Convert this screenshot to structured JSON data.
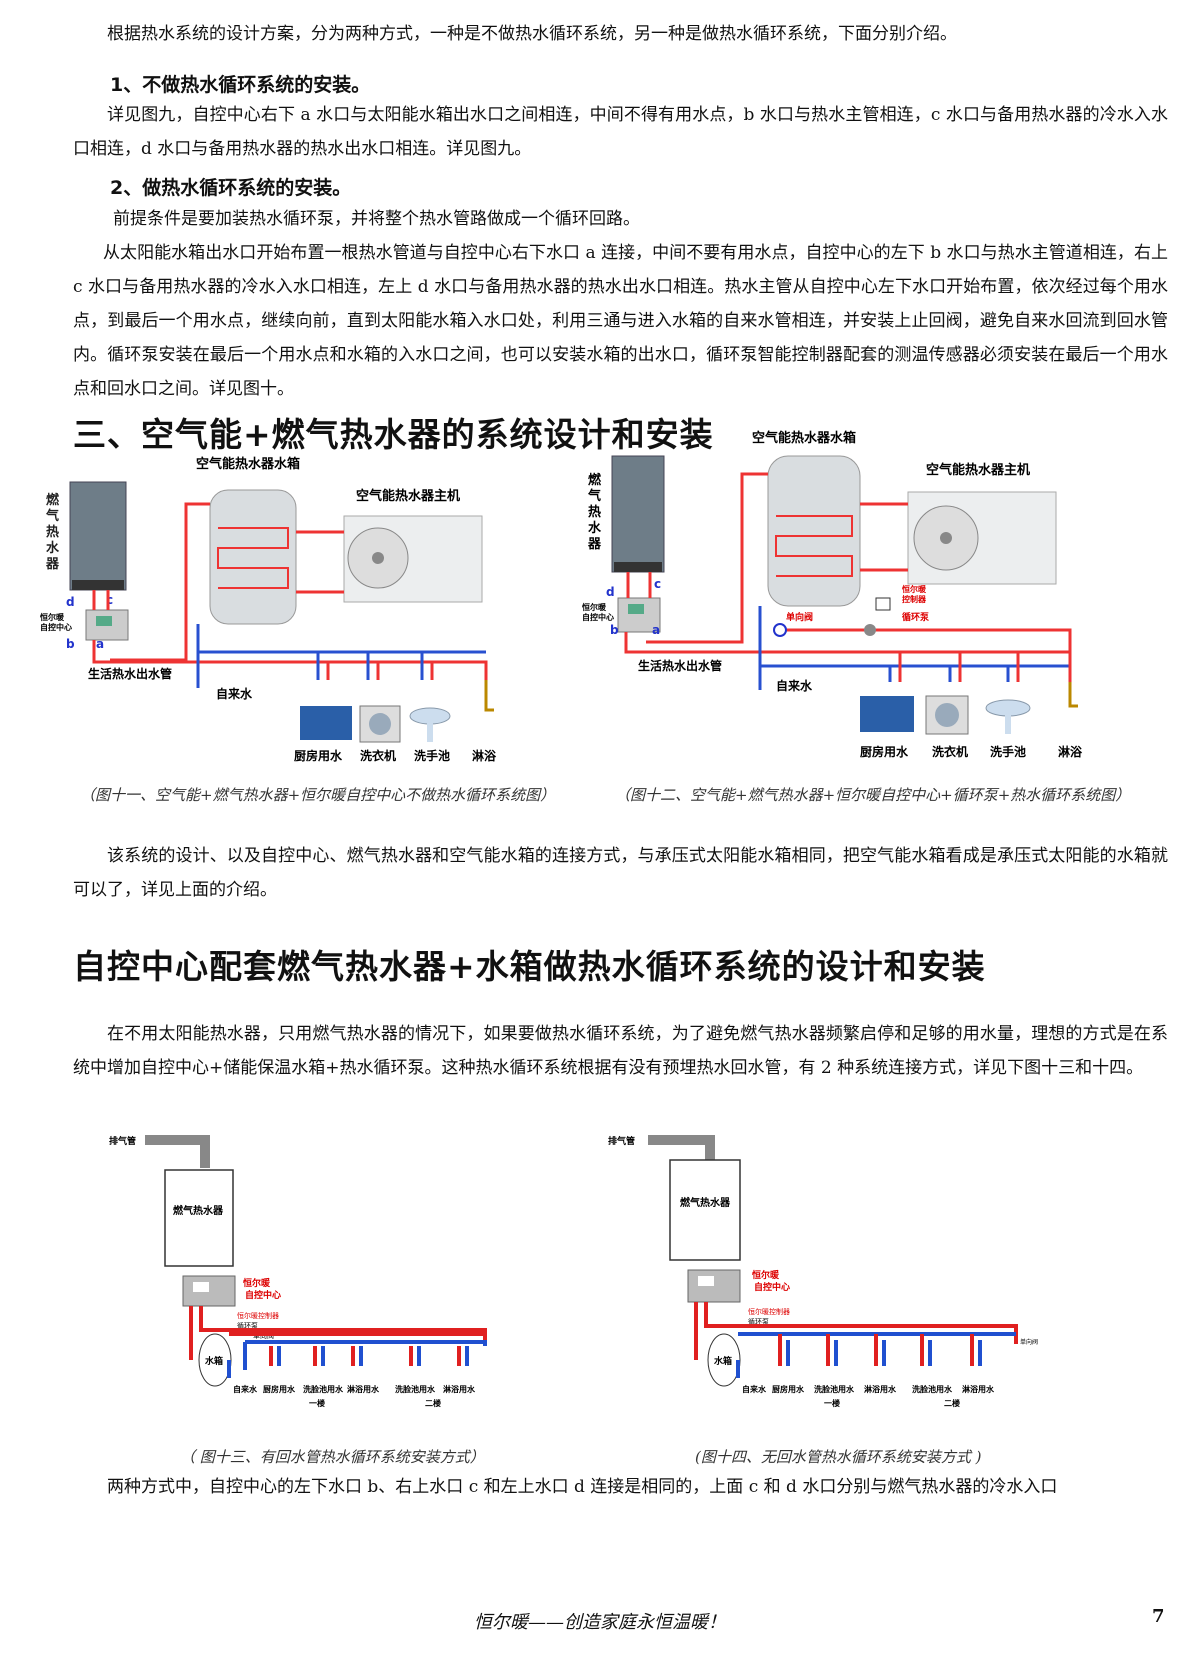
{
  "intro": "根据热水系统的设计方案，分为两种方式，一种是不做热水循环系统，另一种是做热水循环系统，下面分别介绍。",
  "sec1": {
    "heading": "1、不做热水循环系统的安装。",
    "body": "详见图九，自控中心右下 a 水口与太阳能水箱出水口之间相连，中间不得有用水点，b 水口与热水主管相连，c 水口与备用热水器的冷水入水口相连，d 水口与备用热水器的热水出水口相连。详见图九。"
  },
  "sec2": {
    "heading": "2、做热水循环系统的安装。",
    "premise": "前提条件是要加装热水循环泵，并将整个热水管路做成一个循环回路。",
    "body": "从太阳能水箱出水口开始布置一根热水管道与自控中心右下水口 a 连接，中间不要有用水点，自控中心的左下 b 水口与热水主管道相连，右上 c 水口与备用热水器的冷水入水口相连，左上 d 水口与备用热水器的热水出水口相连。热水主管从自控中心左下水口开始布置，依次经过每个用水点，到最后一个用水点，继续向前，直到太阳能水箱入水口处，利用三通与进入水箱的自来水管相连，并安装上止回阀，避免自来水回流到回水管内。循环泵安装在最后一个用水点和水箱的入水口之间，也可以安装水箱的出水口，循环泵智能控制器配套的测温传感器必须安装在最后一个用水点和回水口之间。详见图十。"
  },
  "sec3": {
    "heading": "三、空气能+燃气热水器的系统设计和安装",
    "body": "该系统的设计、以及自控中心、燃气热水器和空气能水箱的连接方式，与承压式太阳能水箱相同，把空气能水箱看成是承压式太阳能的水箱就可以了，详见上面的介绍。"
  },
  "fig11": {
    "tank": "空气能热水器水箱",
    "host": "空气能热水器主机",
    "gas": [
      "燃",
      "气",
      "热",
      "水",
      "器"
    ],
    "ctrl": [
      "恒尔暖",
      "自控中心"
    ],
    "ports": [
      "d",
      "c",
      "b",
      "a"
    ],
    "main": "生活热水出水管",
    "tap": "自来水",
    "points": [
      "厨房用水",
      "洗衣机",
      "洗手池",
      "淋浴"
    ],
    "caption": "（图十一、空气能+燃气热水器+恒尔暖自控中心不做热水循环系统图）"
  },
  "fig12": {
    "tank": "空气能热水器水箱",
    "host": "空气能热水器主机",
    "gas": [
      "燃",
      "气",
      "热",
      "水",
      "器"
    ],
    "ctrl": [
      "恒尔暖",
      "自控中心"
    ],
    "ports": [
      "d",
      "c",
      "b",
      "a"
    ],
    "valve": "单向阀",
    "pump": "循环泵",
    "pumpctrl": [
      "恒尔暖",
      "控制器"
    ],
    "main": "生活热水出水管",
    "tap": "自来水",
    "points": [
      "厨房用水",
      "洗衣机",
      "洗手池",
      "淋浴"
    ],
    "caption": "（图十二、空气能+燃气热水器+恒尔暖自控中心+循环泵+热水循环系统图）"
  },
  "sec4": {
    "heading": "自控中心配套燃气热水器+水箱做热水循环系统的设计和安装",
    "body": "在不用太阳能热水器，只用燃气热水器的情况下，如果要做热水循环系统，为了避免燃气热水器频繁启停和足够的用水量，理想的方式是在系统中增加自控中心+储能保温水箱+热水循环泵。这种热水循环系统根据有没有预埋热水回水管，有 2 种系统连接方式，详见下图十三和十四。"
  },
  "fig13": {
    "exhaust": "排气管",
    "gas": "燃气热水器",
    "ctrl": [
      "恒尔暖",
      "自控中心"
    ],
    "pumpctrl": "恒尔暖控制器",
    "pump": "循环泵",
    "valve": "单向阀",
    "tank": "水箱",
    "tap": "自来水",
    "points": [
      "厨房用水",
      "洗脸池用水",
      "淋浴用水",
      "洗脸池用水",
      "淋浴用水"
    ],
    "floors": [
      "一楼",
      "二楼"
    ],
    "caption": "（ 图十三、有回水管热水循环系统安装方式）"
  },
  "fig14": {
    "exhaust": "排气管",
    "gas": "燃气热水器",
    "ctrl": [
      "恒尔暖",
      "自控中心"
    ],
    "pumpctrl": "恒尔暖控制器",
    "pump": "循环泵",
    "tank": "水箱",
    "tap": "自来水",
    "valve": "单向阀",
    "points": [
      "厨房用水",
      "洗脸池用水",
      "淋浴用水",
      "洗脸池用水",
      "淋浴用水"
    ],
    "floors": [
      "一楼",
      "二楼"
    ],
    "caption": "(图十四、无回水管热水循环系统安装方式 )"
  },
  "closing": "两种方式中，自控中心的左下水口 b、右上水口 c 和左上水口 d 连接是相同的，上面 c 和 d 水口分别与燃气热水器的冷水入口",
  "footer": "恒尔暖——创造家庭永恒温暖！",
  "page_number": "7",
  "colors": {
    "hot": "#e02020",
    "cold": "#2050d0",
    "pipe_blue": "#1e58c8"
  }
}
